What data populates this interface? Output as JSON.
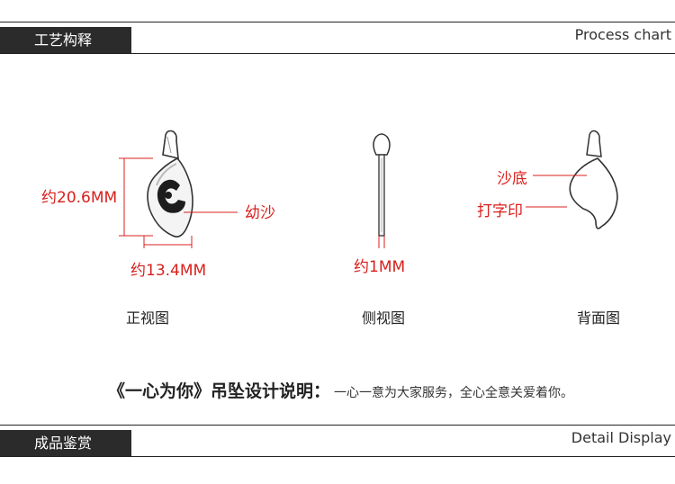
{
  "section1": {
    "title_cn": "工艺构释",
    "title_en": "Process chart"
  },
  "section2": {
    "title_cn": "成品鉴赏",
    "title_en": "Detail Display"
  },
  "front": {
    "height": "约20.6MM",
    "width": "约13.4MM",
    "finish": "幼沙",
    "caption": "正视图"
  },
  "side": {
    "thickness": "约1MM",
    "caption": "侧视图"
  },
  "back": {
    "finish": "沙底",
    "engrave": "打字印",
    "caption": "背面图"
  },
  "slogan": {
    "title": "《一心为你》吊坠设计说明：",
    "text": "一心一意为大家服务，全心全意关爱着你。"
  },
  "colors": {
    "accent": "#d9201c",
    "tab_bg": "#2b2b2b"
  }
}
